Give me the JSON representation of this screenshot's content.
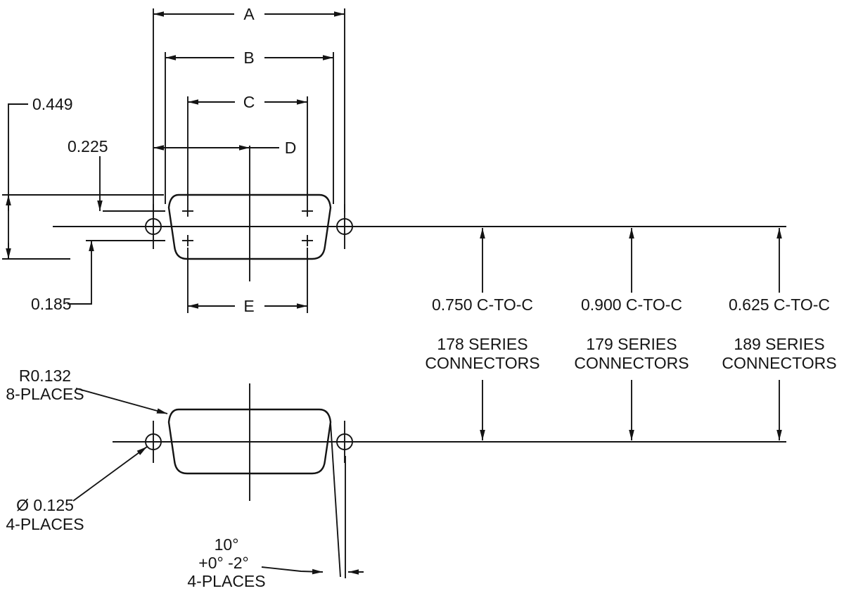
{
  "drawing": {
    "dims": {
      "a": "A",
      "b": "B",
      "c": "C",
      "d": "D",
      "e": "E",
      "height": "0.449",
      "row_top": "0.225",
      "row_bottom": "0.185"
    },
    "notes": {
      "radius": "R0.132",
      "radius_places": "8-PLACES",
      "hole": "Ø 0.125",
      "hole_places": "4-PLACES",
      "angle": "10°",
      "angle_tol": "+0°  -2°",
      "angle_places": "4-PLACES"
    },
    "series": [
      {
        "spacing": "0.750 C-TO-C",
        "name": "178 SERIES",
        "kind": "CONNECTORS"
      },
      {
        "spacing": "0.900 C-TO-C",
        "name": "179 SERIES",
        "kind": "CONNECTORS"
      },
      {
        "spacing": "0.625 C-TO-C",
        "name": "189 SERIES",
        "kind": "CONNECTORS"
      }
    ],
    "colors": {
      "ink": "#141414",
      "background": "#ffffff"
    }
  }
}
